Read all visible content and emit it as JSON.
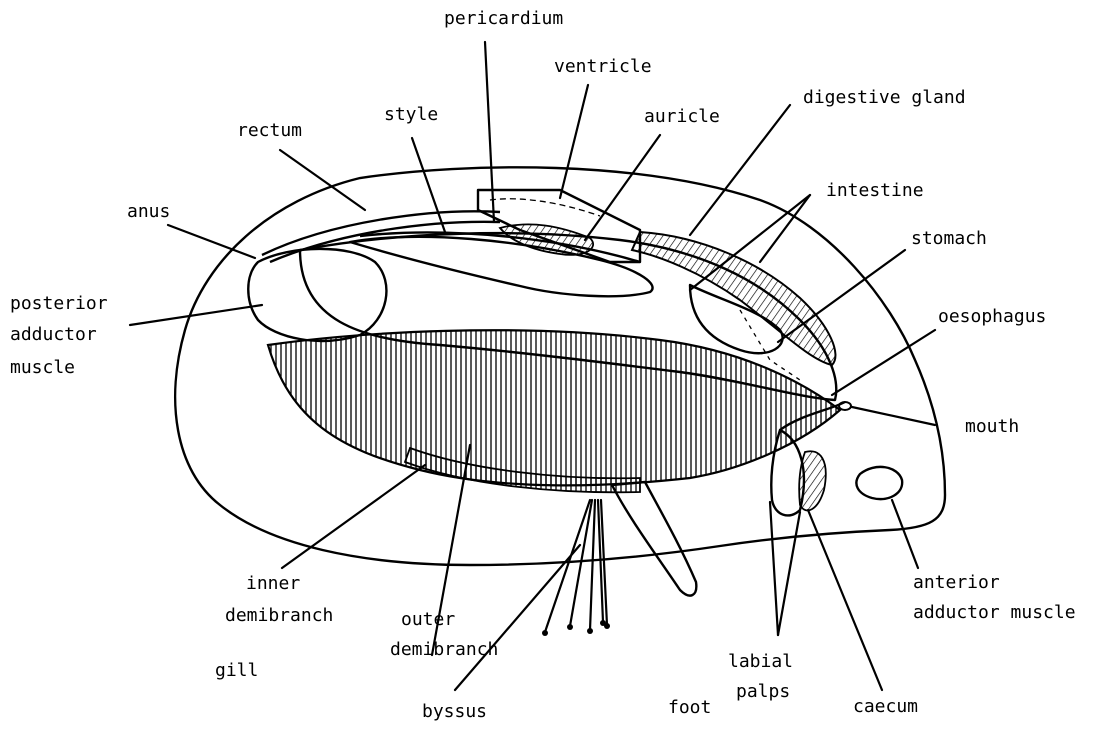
{
  "labels": {
    "pericardium": "pericardium",
    "ventricle": "ventricle",
    "digestive_gland": "digestive gland",
    "rectum": "rectum",
    "style": "style",
    "auricle": "auricle",
    "intestine": "intestine",
    "anus": "anus",
    "stomach": "stomach",
    "posterior_1": "posterior",
    "posterior_2": "adductor",
    "posterior_3": "muscle",
    "oesophagus": "oesophagus",
    "mouth": "mouth",
    "inner_1": "inner",
    "inner_2": "demibranch",
    "outer_1": "outer",
    "outer_2": "demibranch",
    "gill": "gill",
    "anterior_1": "anterior",
    "anterior_2": "adductor muscle",
    "labial_1": "labial",
    "labial_2": "palps",
    "caecum": "caecum",
    "byssus": "byssus",
    "foot": "foot"
  }
}
